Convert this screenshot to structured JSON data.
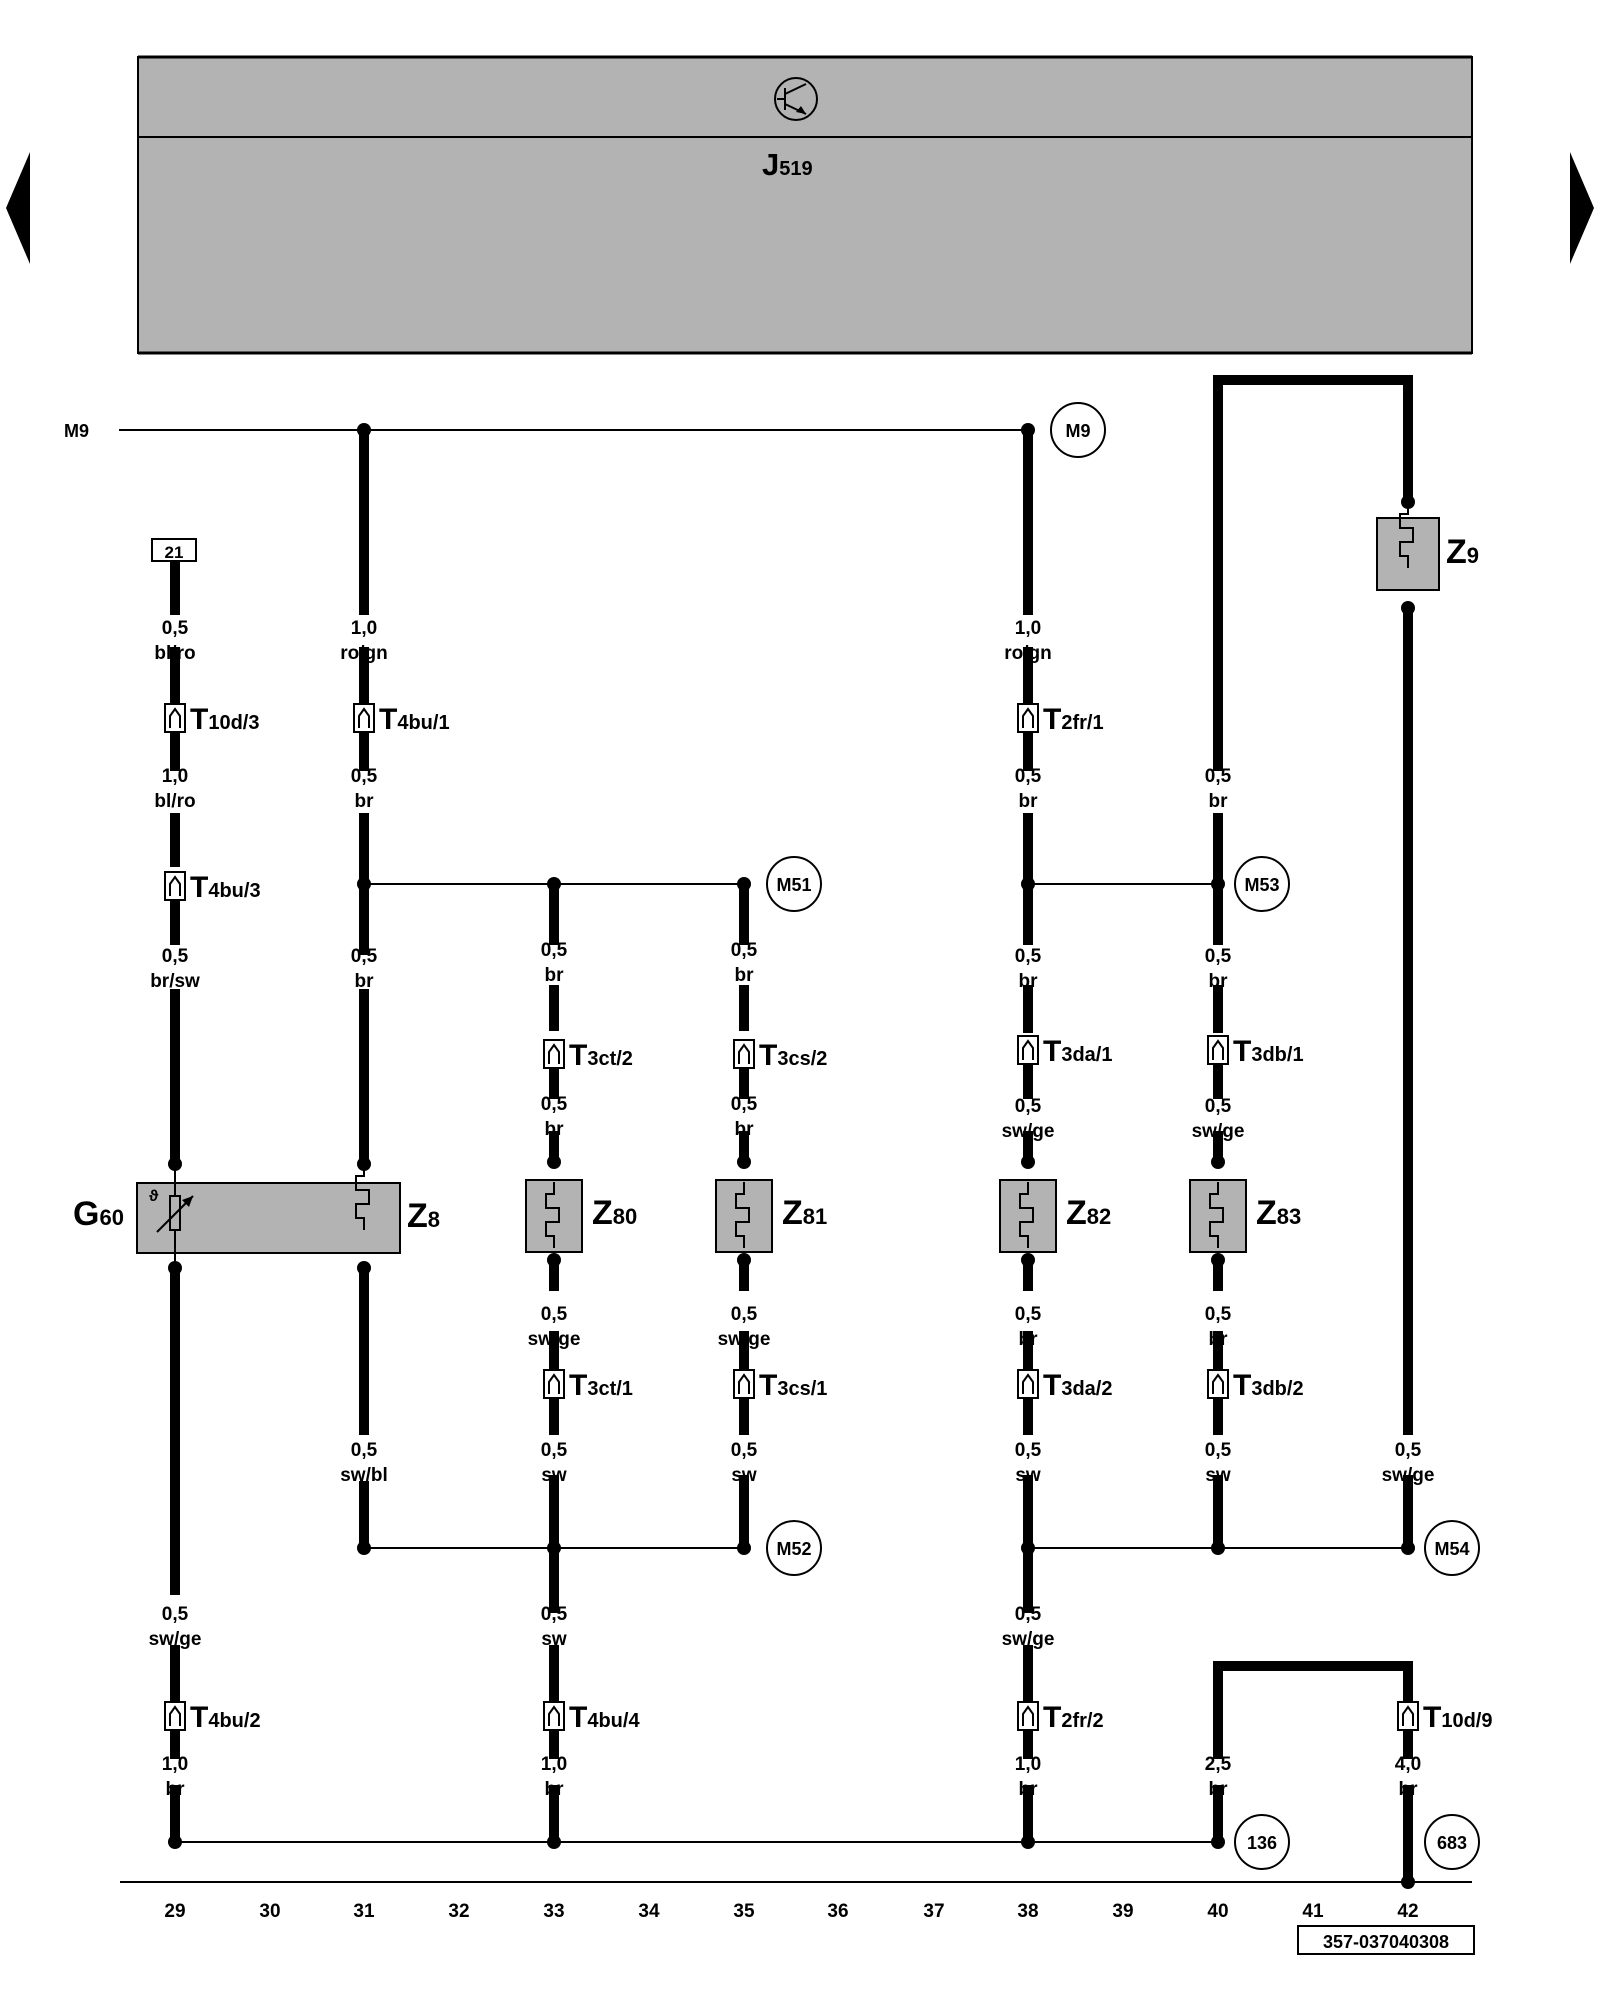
{
  "navigation": {
    "prev_icon": "triangle-left-icon",
    "next_icon": "triangle-right-icon"
  },
  "control_unit": {
    "name": "J",
    "sub": "519",
    "icon": "transistor-symbol-icon"
  },
  "mass_points": [
    "M9",
    "M9",
    "M51",
    "M52",
    "M53",
    "M54"
  ],
  "ref_box_21": "21",
  "connectors": [
    {
      "id": "t10d3",
      "name": "T",
      "sub": "10d/3"
    },
    {
      "id": "t4bu1",
      "name": "T",
      "sub": "4bu/1"
    },
    {
      "id": "t2fr1",
      "name": "T",
      "sub": "2fr/1"
    },
    {
      "id": "t4bu3",
      "name": "T",
      "sub": "4bu/3"
    },
    {
      "id": "t3ct2",
      "name": "T",
      "sub": "3ct/2"
    },
    {
      "id": "t3cs2",
      "name": "T",
      "sub": "3cs/2"
    },
    {
      "id": "t3da1",
      "name": "T",
      "sub": "3da/1"
    },
    {
      "id": "t3db1",
      "name": "T",
      "sub": "3db/1"
    },
    {
      "id": "t3ct1",
      "name": "T",
      "sub": "3ct/1"
    },
    {
      "id": "t3cs1",
      "name": "T",
      "sub": "3cs/1"
    },
    {
      "id": "t3da2",
      "name": "T",
      "sub": "3da/2"
    },
    {
      "id": "t3db2",
      "name": "T",
      "sub": "3db/2"
    },
    {
      "id": "t4bu2",
      "name": "T",
      "sub": "4bu/2"
    },
    {
      "id": "t4bu4",
      "name": "T",
      "sub": "4bu/4"
    },
    {
      "id": "t2fr2",
      "name": "T",
      "sub": "2fr/2"
    },
    {
      "id": "t10d9",
      "name": "T",
      "sub": "10d/9"
    }
  ],
  "components": [
    {
      "id": "g60",
      "name": "G",
      "sub": "60"
    },
    {
      "id": "z8",
      "name": "Z",
      "sub": "8"
    },
    {
      "id": "z80",
      "name": "Z",
      "sub": "80"
    },
    {
      "id": "z81",
      "name": "Z",
      "sub": "81"
    },
    {
      "id": "z82",
      "name": "Z",
      "sub": "82"
    },
    {
      "id": "z83",
      "name": "Z",
      "sub": "83"
    },
    {
      "id": "z9",
      "name": "Z",
      "sub": "9"
    }
  ],
  "wires": [
    {
      "size": "0,5",
      "color": "bl/ro"
    },
    {
      "size": "1,0",
      "color": "ro/gn"
    },
    {
      "size": "1,0",
      "color": "ro/gn"
    },
    {
      "size": "1,0",
      "color": "bl/ro"
    },
    {
      "size": "0,5",
      "color": "br"
    },
    {
      "size": "0,5",
      "color": "br"
    },
    {
      "size": "0,5",
      "color": "br"
    },
    {
      "size": "0,5",
      "color": "br/sw"
    },
    {
      "size": "0,5",
      "color": "br"
    },
    {
      "size": "0,5",
      "color": "br"
    },
    {
      "size": "0,5",
      "color": "br"
    },
    {
      "size": "0,5",
      "color": "br"
    },
    {
      "size": "0,5",
      "color": "br"
    },
    {
      "size": "0,5",
      "color": "br"
    },
    {
      "size": "0,5",
      "color": "br"
    },
    {
      "size": "0,5",
      "color": "sw/ge"
    },
    {
      "size": "0,5",
      "color": "sw/ge"
    },
    {
      "size": "0,5",
      "color": "sw/ge"
    },
    {
      "size": "0,5",
      "color": "sw/ge"
    },
    {
      "size": "0,5",
      "color": "br"
    },
    {
      "size": "0,5",
      "color": "br"
    },
    {
      "size": "0,5",
      "color": "sw/bl"
    },
    {
      "size": "0,5",
      "color": "sw"
    },
    {
      "size": "0,5",
      "color": "sw"
    },
    {
      "size": "0,5",
      "color": "sw"
    },
    {
      "size": "0,5",
      "color": "sw"
    },
    {
      "size": "0,5",
      "color": "sw/ge"
    },
    {
      "size": "0,5",
      "color": "sw/ge"
    },
    {
      "size": "0,5",
      "color": "sw"
    },
    {
      "size": "0,5",
      "color": "sw/ge"
    },
    {
      "size": "1,0",
      "color": "br"
    },
    {
      "size": "1,0",
      "color": "br"
    },
    {
      "size": "1,0",
      "color": "br"
    },
    {
      "size": "2,5",
      "color": "br"
    },
    {
      "size": "4,0",
      "color": "br"
    }
  ],
  "refs": [
    "136",
    "683"
  ],
  "track_numbers": [
    "29",
    "30",
    "31",
    "32",
    "33",
    "34",
    "35",
    "36",
    "37",
    "38",
    "39",
    "40",
    "41",
    "42"
  ],
  "figure_id": "357-037040308"
}
